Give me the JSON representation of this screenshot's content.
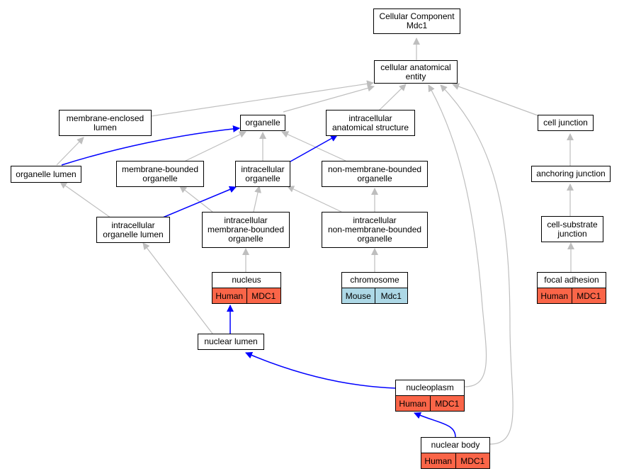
{
  "colors": {
    "gray_edge": "#bebebe",
    "blue_edge": "#0000ff",
    "human": "#fa6548",
    "mouse": "#add8e6"
  },
  "nodes": {
    "root": "Cellular Component\nMdc1",
    "cae": "cellular anatomical\nentity",
    "mel": "membrane-enclosed\nlumen",
    "org": "organelle",
    "ias": "intracellular\nanatomical structure",
    "cj": "cell junction",
    "ol": "organelle lumen",
    "mbo": "membrane-bounded\norganelle",
    "io": "intracellular\norganelle",
    "nmbo": "non-membrane-bounded\norganelle",
    "aj": "anchoring junction",
    "iol": "intracellular\norganelle lumen",
    "imbo": "intracellular\nmembrane-bounded\norganelle",
    "inmbo": "intracellular\nnon-membrane-bounded\norganelle",
    "csj": "cell-substrate\njunction",
    "nucleus": "nucleus",
    "chromosome": "chromosome",
    "fa": "focal adhesion",
    "nl": "nuclear lumen",
    "np": "nucleoplasm",
    "nb": "nuclear body"
  },
  "annotations": {
    "nucleus": [
      "Human",
      "MDC1"
    ],
    "chromosome": [
      "Mouse",
      "Mdc1"
    ],
    "fa": [
      "Human",
      "MDC1"
    ],
    "np": [
      "Human",
      "MDC1"
    ],
    "nb": [
      "Human",
      "MDC1"
    ]
  }
}
